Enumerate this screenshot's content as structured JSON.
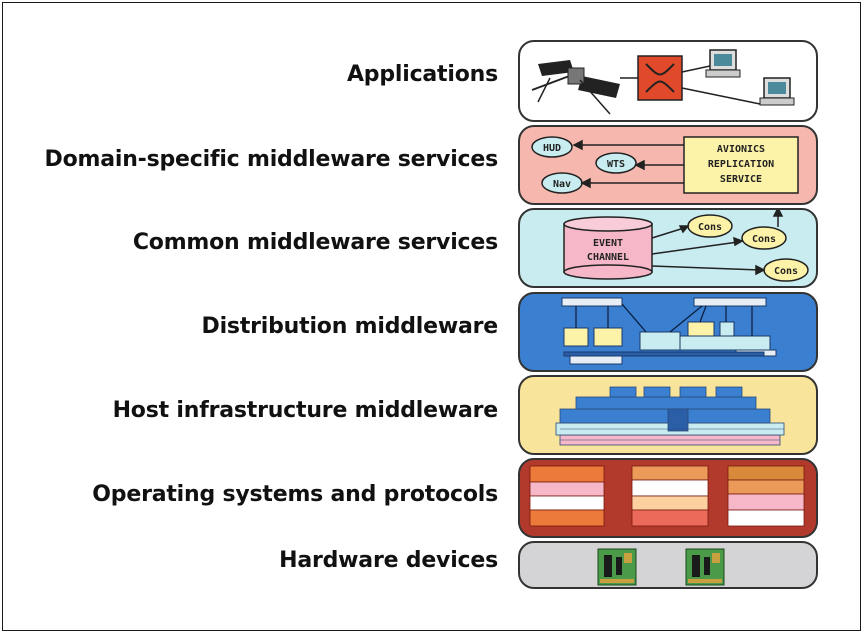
{
  "layers": [
    {
      "label": "Applications"
    },
    {
      "label": "Domain-specific middleware services"
    },
    {
      "label": "Common middleware services"
    },
    {
      "label": "Distribution middleware"
    },
    {
      "label": "Host infrastructure middleware"
    },
    {
      "label": "Operating systems and protocols"
    },
    {
      "label": "Hardware devices"
    }
  ],
  "domain_services": {
    "hud": "HUD",
    "wts": "WTS",
    "nav": "Nav",
    "avionics_line1": "AVIONICS",
    "avionics_line2": "REPLICATION",
    "avionics_line3": "SERVICE"
  },
  "common_services": {
    "event_line1": "EVENT",
    "event_line2": "CHANNEL",
    "cons1": "Cons",
    "cons2": "Cons",
    "cons3": "Cons"
  },
  "colors": {
    "applications": "#ffffff",
    "domain": "#f6b8ae",
    "common": "#c8ecef",
    "distribution": "#3a7fd0",
    "host": "#f8e49a",
    "os": "#b23a2c",
    "hardware": "#d4d4d6"
  }
}
